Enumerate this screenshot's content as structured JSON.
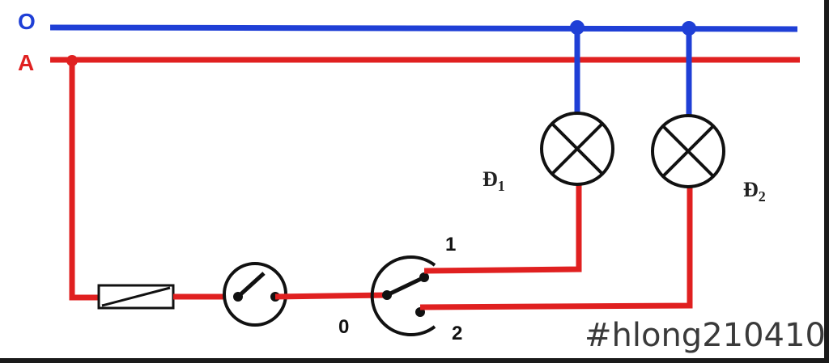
{
  "labels": {
    "neutral_line": "O",
    "phase_line": "A",
    "lamp1": {
      "letter": "Đ",
      "sub": "1"
    },
    "lamp2": {
      "letter": "Đ",
      "sub": "2"
    },
    "switch_common": "0",
    "switch_pos1": "1",
    "switch_pos2": "2"
  },
  "watermark": "#hlong210410",
  "colors": {
    "neutral": "#1f3fd6",
    "phase": "#e02020",
    "outline": "#111111"
  }
}
